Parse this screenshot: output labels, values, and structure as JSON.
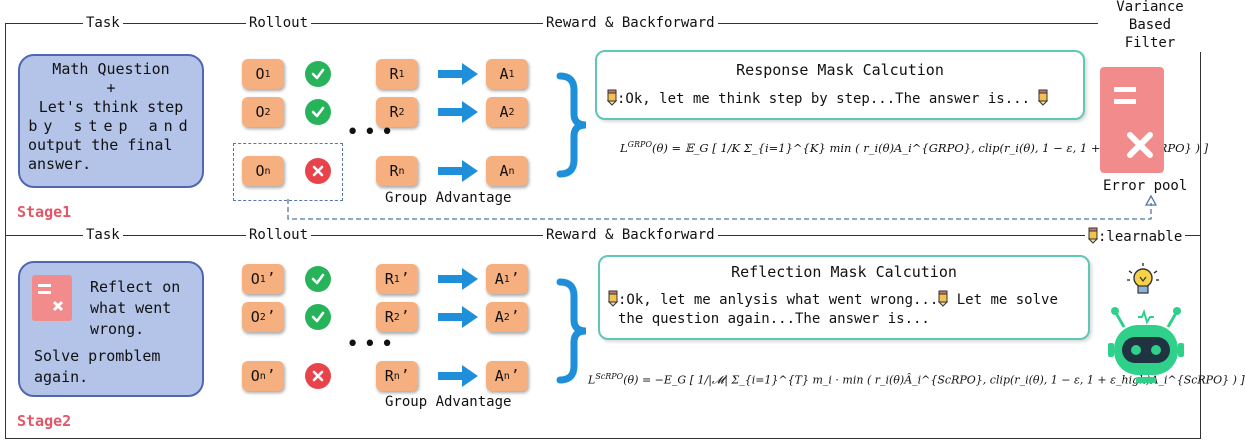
{
  "headers": {
    "top": {
      "task": "Task",
      "rollout": "Rollout",
      "reward": "Reward & Backforward",
      "filter_lines": [
        "Variance",
        "Based",
        "Filter"
      ]
    },
    "bottom": {
      "task": "Task",
      "rollout": "Rollout",
      "reward": "Reward & Backforward",
      "learnable": ":learnable"
    }
  },
  "stage1": {
    "label": "Stage1",
    "task_lines": [
      "Math Question",
      "+",
      "Let's think step",
      "by step and",
      "output the final",
      "answer."
    ],
    "outputs": [
      {
        "base": "O",
        "sub": "1",
        "prime": ""
      },
      {
        "base": "O",
        "sub": "2",
        "prime": ""
      },
      {
        "base": "O",
        "sub": "n",
        "prime": ""
      }
    ],
    "rewards": [
      {
        "base": "R",
        "sub": "1",
        "prime": ""
      },
      {
        "base": "R",
        "sub": "2",
        "prime": ""
      },
      {
        "base": "R",
        "sub": "n",
        "prime": ""
      }
    ],
    "advantages": [
      {
        "base": "A",
        "sub": "1",
        "prime": ""
      },
      {
        "base": "A",
        "sub": "2",
        "prime": ""
      },
      {
        "base": "A",
        "sub": "n",
        "prime": ""
      }
    ],
    "verdicts": [
      "correct",
      "correct",
      "wrong"
    ],
    "group_advantage": "Group Advantage",
    "mask_title": "Response Mask Calcution",
    "mask_text": ":Ok, let me think step by step...The answer is...",
    "formula_lhs": "L",
    "formula_sup": "GRPO",
    "formula": "(θ) = 𝔼_G [ 1/K Σ_{i=1}^{K} min ( r_i(θ)A_i^{GRPO}, clip(r_i(θ), 1 − ε, 1 + ε)A_i^{GRPO} ) ]",
    "error_pool": "Error pool"
  },
  "stage2": {
    "label": "Stage2",
    "task_lines": [
      "Reflect on",
      "what went",
      "wrong."
    ],
    "task_lines2": [
      "Solve promblem",
      "again."
    ],
    "outputs": [
      {
        "base": "O",
        "sub": "1",
        "prime": "’"
      },
      {
        "base": "O",
        "sub": "2",
        "prime": "’"
      },
      {
        "base": "O",
        "sub": "n",
        "prime": "’"
      }
    ],
    "rewards": [
      {
        "base": "R",
        "sub": "1",
        "prime": "’"
      },
      {
        "base": "R",
        "sub": "2",
        "prime": "’"
      },
      {
        "base": "R",
        "sub": "n",
        "prime": "’"
      }
    ],
    "advantages": [
      {
        "base": "A",
        "sub": "1",
        "prime": "’"
      },
      {
        "base": "A",
        "sub": "2",
        "prime": "’"
      },
      {
        "base": "A",
        "sub": "n",
        "prime": "’"
      }
    ],
    "verdicts": [
      "correct",
      "correct",
      "wrong"
    ],
    "group_advantage": "Group Advantage",
    "mask_title": "Reflection Mask Calcution",
    "mask_text_a": ":Ok, let me anlysis what went wrong...",
    "mask_text_b": "Let me solve",
    "mask_text_c": "the question again...The answer is...",
    "formula_lhs": "L",
    "formula_sup": "ScRPO",
    "formula": "(θ) = −E_G [ 1/|𝓜| Σ_{i=1}^{T} m_i · min ( r_i(θ)Â_i^{ScRPO}, clip(r_i(θ), 1 − ε, 1 + ε_high)Â_i^{ScRPO} ) ]"
  },
  "colors": {
    "task_fill": "#b4c4e9",
    "token_fill": "#f6b07f",
    "check": "#27b35a",
    "cross": "#e8434b",
    "arrow": "#1f8fd9",
    "mask_border": "#5fc7b6",
    "stage": "#e25767",
    "robot": "#2fd08a"
  }
}
